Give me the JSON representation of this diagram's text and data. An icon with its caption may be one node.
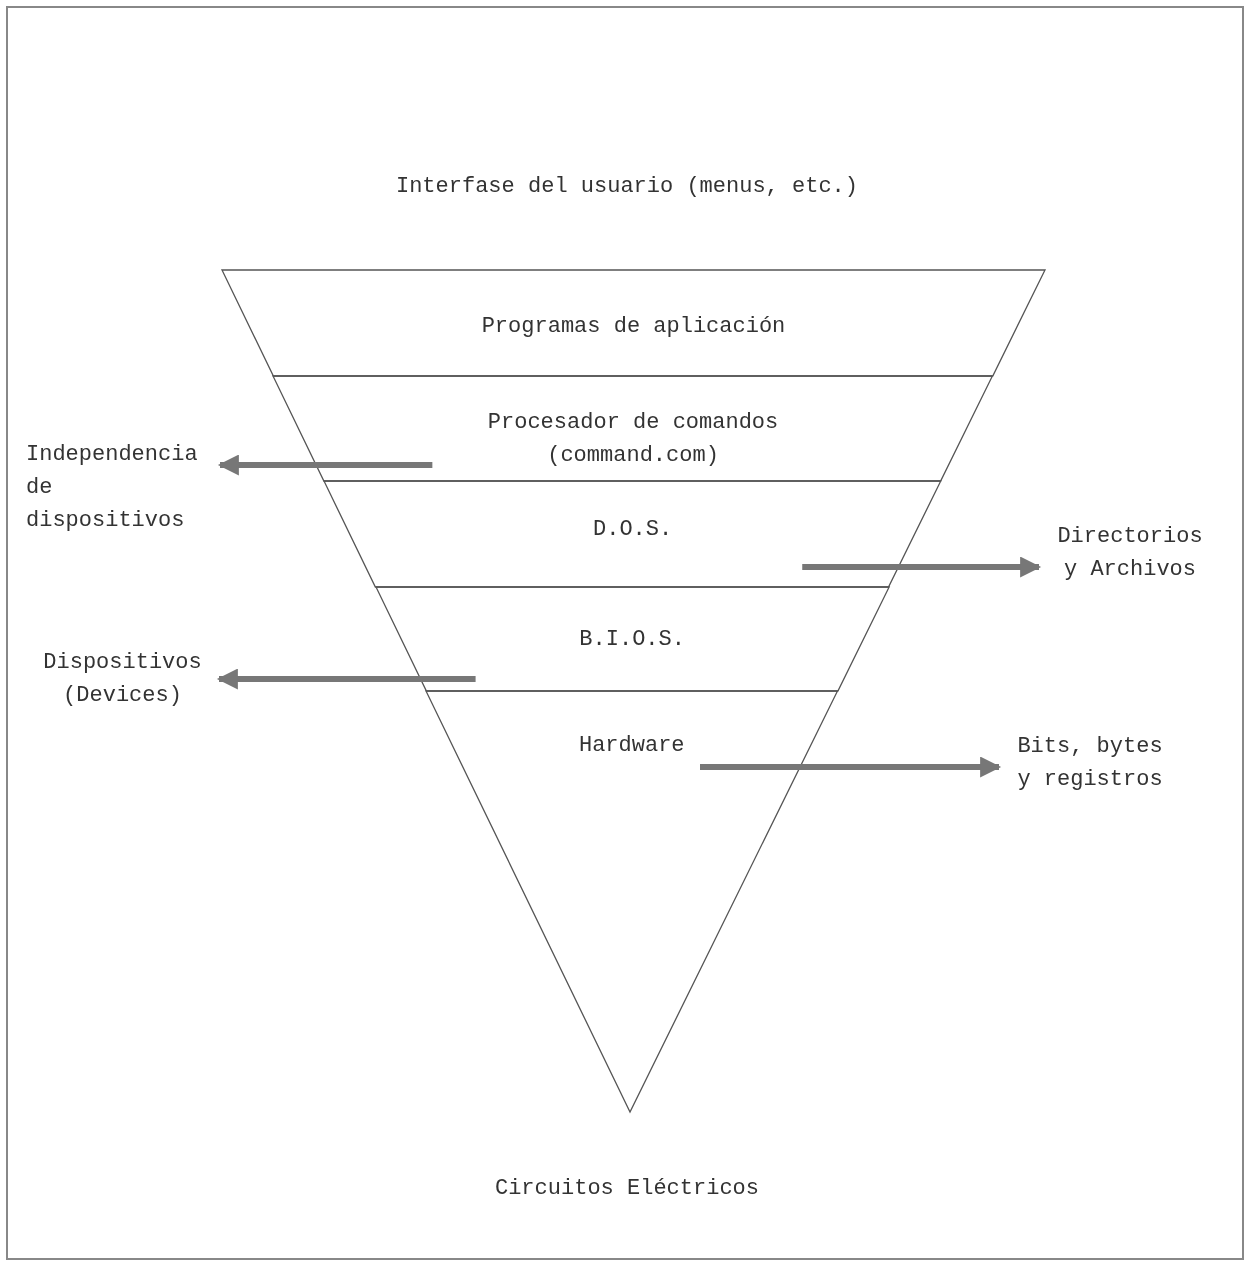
{
  "diagram": {
    "nodes": [
      {
        "text": [
          "Programas de aplicación"
        ]
      },
      {
        "text": [
          "Procesador de comandos (command.com)"
        ]
      },
      {
        "text": [
          "D.O.S."
        ]
      },
      {
        "text": [
          "B.I.O.S."
        ]
      },
      {
        "text": [
          "Hardware"
        ]
      },
      {
        "text": [
          "Independencia de dispositivos"
        ]
      },
      {
        "text": [
          "Directorios y Archivos"
        ]
      },
      {
        "text": [
          "Dispositivos (Devices)"
        ]
      },
      {
        "text": [
          "Bits, bytes y registros"
        ]
      }
    ],
    "edges": [
      {
        "from": 1,
        "to": 5,
        "arrow": "to"
      },
      {
        "from": 2,
        "to": 6,
        "arrow": "to"
      },
      {
        "from": 3,
        "to": 7,
        "arrow": "to"
      },
      {
        "from": 4,
        "to": 8,
        "arrow": "to"
      }
    ],
    "labels": [
      "Interfase del usuario (menus, etc.)",
      "Circuitos Eléctricos"
    ]
  }
}
